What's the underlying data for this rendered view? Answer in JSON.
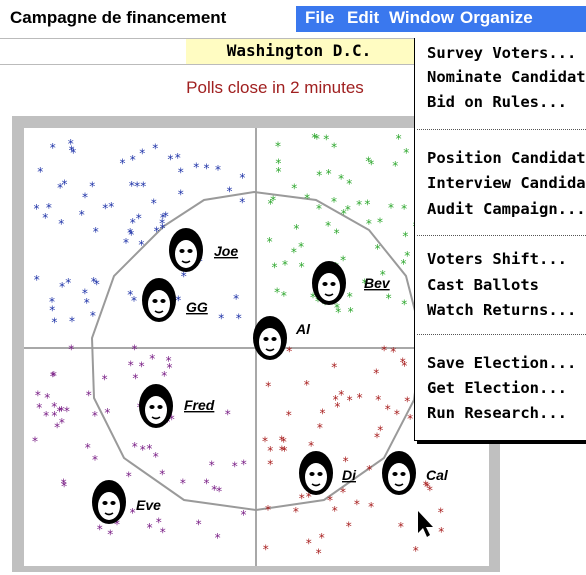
{
  "app_title": "Campagne de financement",
  "menubar": [
    "File",
    "Edit",
    "Window",
    "Organize"
  ],
  "location": "Washington D.C.",
  "polls_status": "Polls close in 2 minutes",
  "candidates": [
    {
      "name": "Joe",
      "underlined": true
    },
    {
      "name": "Bev",
      "underlined": true
    },
    {
      "name": "GG",
      "underlined": true
    },
    {
      "name": "Al",
      "underlined": false
    },
    {
      "name": "Fred",
      "underlined": true
    },
    {
      "name": "Di",
      "underlined": true
    },
    {
      "name": "Cal",
      "underlined": false
    },
    {
      "name": "Eve",
      "underlined": false
    }
  ],
  "dropdown": {
    "groups": [
      [
        "Survey Voters...",
        "Nominate Candidates...",
        "Bid on Rules..."
      ],
      [
        "Position Candidates...",
        "Interview Candidates...",
        "Audit Campaign..."
      ],
      [
        "Voters Shift...",
        "Cast Ballots",
        "Watch Returns..."
      ],
      [
        "Save Election...",
        "Get Election...",
        "Run Research..."
      ]
    ]
  },
  "colors": {
    "menu_highlight": "#3a78ee",
    "location_bar": "#fffcc2",
    "polls_text": "#a02020",
    "voters_blue": "#1f33a8",
    "voters_green": "#2fa82f",
    "voters_purple": "#7a1f86",
    "voters_red": "#a81f1f"
  },
  "icons": [
    "candidate-portrait-icon",
    "mouse-pointer-icon"
  ]
}
